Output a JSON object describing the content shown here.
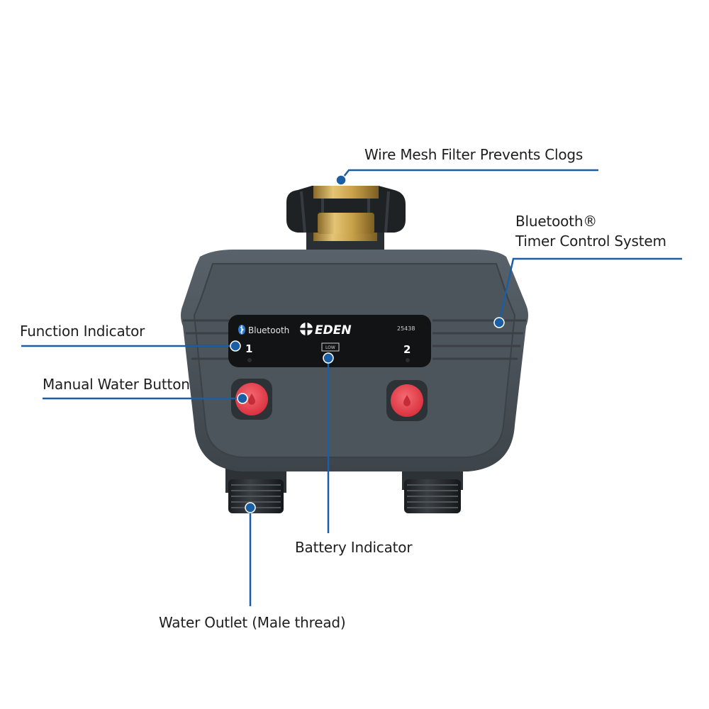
{
  "callouts": {
    "wire_mesh_filter": "Wire Mesh Filter Prevents Clogs",
    "bluetooth_line1": "Bluetooth®",
    "bluetooth_line2": "Timer Control System",
    "function_indicator": "Function Indicator",
    "manual_water_button": "Manual Water Button",
    "battery_indicator": "Battery Indicator",
    "water_outlet": "Water Outlet (Male thread)"
  },
  "device_panel": {
    "bluetooth_text": "Bluetooth",
    "brand": "EDEN",
    "model_number": "25438",
    "zone_1": "1",
    "zone_2": "2",
    "low_battery_text": "LOW"
  },
  "colors": {
    "callout_line": "#1a5fa6",
    "callout_dot": "#1a5fa6",
    "body": "#4a5157",
    "button": "#e8434f",
    "brass": "#c9a24a"
  },
  "icons": {
    "bluetooth": "bluetooth-icon",
    "brand_logo": "eden-logo-icon",
    "battery": "battery-icon",
    "water_drop": "water-drop-icon"
  }
}
